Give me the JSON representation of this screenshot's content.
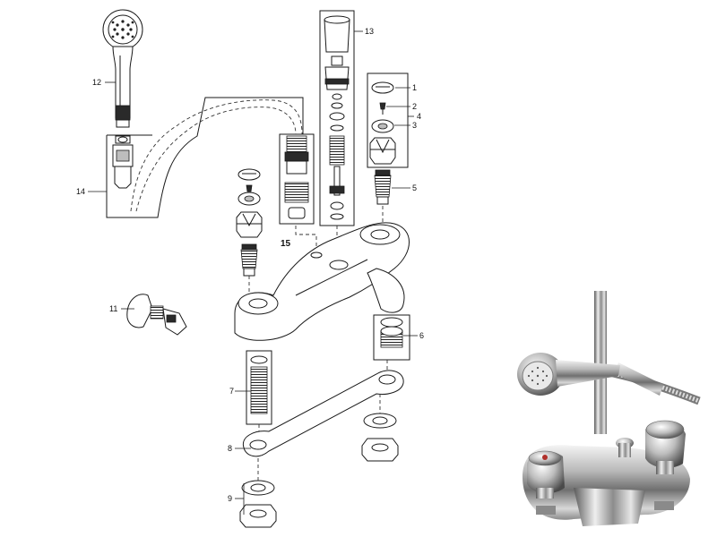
{
  "callouts": {
    "c1": "1",
    "c2": "2",
    "c3": "3",
    "c4": "4",
    "c5": "5",
    "c6": "6",
    "c7": "7",
    "c8": "8",
    "c9": "9",
    "c11": "11",
    "c12": "12",
    "c13": "13",
    "c14": "14",
    "c15": "15"
  },
  "colors": {
    "line": "#1a1a1a",
    "chrome_highlight": "#f2f2f2",
    "chrome_mid": "#9a9a9a",
    "chrome_dark": "#3a3a3a"
  }
}
